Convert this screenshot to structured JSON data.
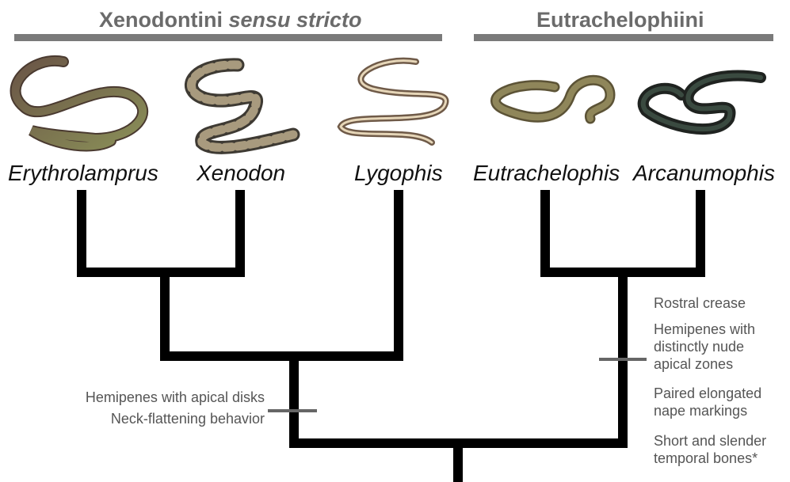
{
  "clades": {
    "xenodontini": {
      "title_main": "Xenodontini ",
      "title_em": "sensu stricto",
      "bar_color": "#7a7a7a"
    },
    "eutrachelophiini": {
      "title": "Eutrachelophiini",
      "bar_color": "#7a7a7a"
    }
  },
  "taxa": [
    {
      "name": "Erythrolamprus"
    },
    {
      "name": "Xenodon"
    },
    {
      "name": "Lygophis"
    },
    {
      "name": "Eutrachelophis"
    },
    {
      "name": "Arcanumophis"
    }
  ],
  "characters": {
    "xenodontini": [
      "Hemipenes with apical disks",
      "Neck-flattening behavior"
    ],
    "eutrachelophiini": {
      "rostral": "Rostral crease",
      "hemipenes": [
        "Hemipenes with",
        "distinctly nude",
        "apical zones"
      ],
      "nape": [
        "Paired elongated",
        "nape markings"
      ],
      "temporal": [
        "Short and slender",
        "temporal bones*"
      ]
    }
  },
  "colors": {
    "branch": "#000000",
    "mark": "#666666",
    "text": "#555555"
  }
}
